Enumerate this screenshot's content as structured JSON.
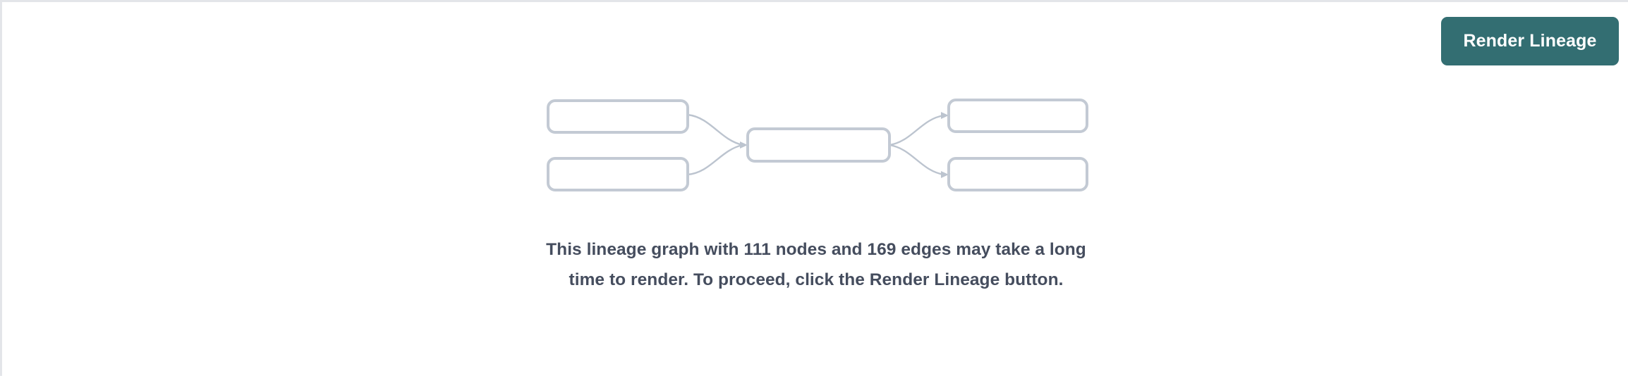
{
  "panel": {
    "background_color": "#ffffff",
    "border_color": "#e3e5e9"
  },
  "toolbar": {
    "render_lineage_label": "Render Lineage",
    "button_color": "#336e72",
    "button_text_color": "#ffffff"
  },
  "graph_placeholder": {
    "node_border_color": "#c3cad4",
    "node_fill_color": "#ffffff",
    "edge_color": "#bcc4cf",
    "nodes": [
      {
        "id": "source-node-1",
        "label": ""
      },
      {
        "id": "source-node-2",
        "label": ""
      },
      {
        "id": "center-node",
        "label": ""
      },
      {
        "id": "target-node-1",
        "label": ""
      },
      {
        "id": "target-node-2",
        "label": ""
      }
    ],
    "edges": [
      {
        "from": "source-node-1",
        "to": "center-node"
      },
      {
        "from": "source-node-2",
        "to": "center-node"
      },
      {
        "from": "center-node",
        "to": "target-node-1"
      },
      {
        "from": "center-node",
        "to": "target-node-2"
      }
    ]
  },
  "message": {
    "text": "This lineage graph with 111 nodes and 169 edges may take a long time to render. To proceed, click the Render Lineage button.",
    "node_count": 111,
    "edge_count": 169,
    "text_color": "#454d5e"
  }
}
